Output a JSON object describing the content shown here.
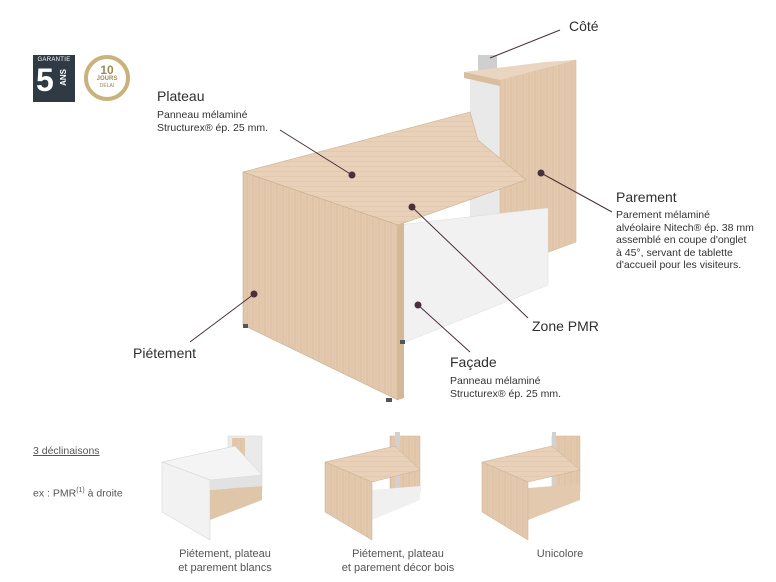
{
  "badges": {
    "warranty_top": "GARANTIE",
    "warranty_number": "5",
    "warranty_unit": "ANS",
    "delay_number": "10",
    "delay_text": "JOURS",
    "delay_sub": "DÉLAI"
  },
  "labels": {
    "cote": "Côté",
    "plateau_title": "Plateau",
    "plateau_desc_1": "Panneau mélaminé",
    "plateau_desc_2": "Structurex® ép. 25 mm.",
    "parement_title": "Parement",
    "parement_desc_1": "Parement mélaminé",
    "parement_desc_2": "alvéolaire Nitech® ép. 38 mm",
    "parement_desc_3": "assemblé en coupe d'onglet",
    "parement_desc_4": "à 45°, servant de tablette",
    "parement_desc_5": "d'accueil pour les visiteurs.",
    "zone_pmr": "Zone PMR",
    "pietement": "Piétement",
    "facade_title": "Façade",
    "facade_desc_1": "Panneau mélaminé",
    "facade_desc_2": "Structurex® ép. 25 mm."
  },
  "variants": {
    "heading": "3 déclinaisons",
    "note_prefix": "ex : PMR",
    "note_sup": "(1)",
    "note_suffix": " à droite",
    "items": [
      {
        "line1": "Piétement, plateau",
        "line2": "et parement blancs"
      },
      {
        "line1": "Piétement, plateau",
        "line2": "et parement décor bois"
      },
      {
        "line1": "Unicolore",
        "line2": ""
      }
    ]
  },
  "colors": {
    "wood": "#e3c9ae",
    "wood_dark": "#d2b394",
    "white_panel": "#eeeeee",
    "leader": "#4a2f3e",
    "badge_dark": "#2f3a45",
    "badge_gold": "#c9b37c"
  }
}
